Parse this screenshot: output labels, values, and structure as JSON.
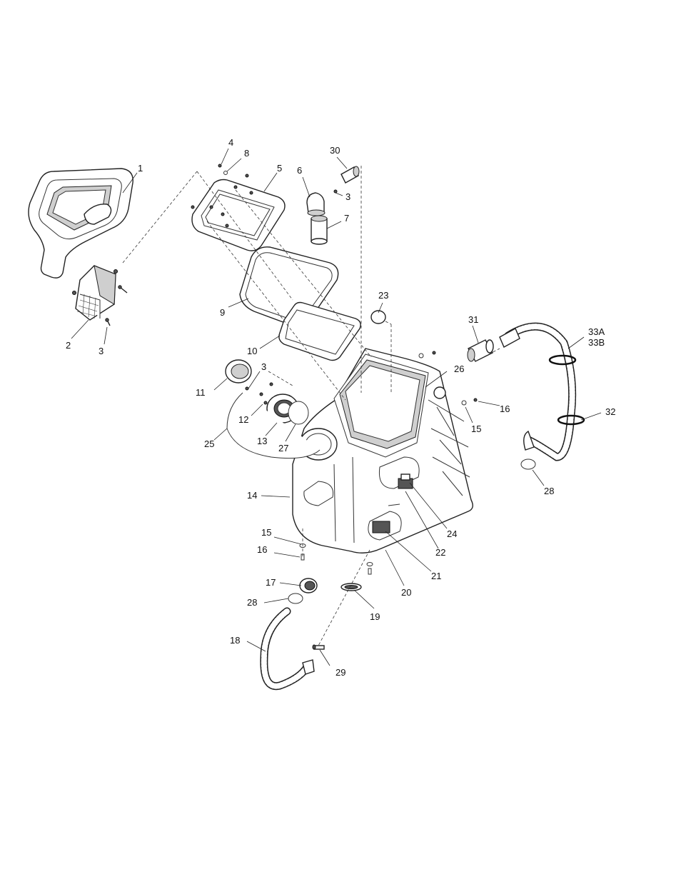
{
  "callouts": [
    {
      "id": "c1",
      "label": "1"
    },
    {
      "id": "c2",
      "label": "2"
    },
    {
      "id": "c3a",
      "label": "3"
    },
    {
      "id": "c3b",
      "label": "3"
    },
    {
      "id": "c3c",
      "label": "3"
    },
    {
      "id": "c4",
      "label": "4"
    },
    {
      "id": "c5",
      "label": "5"
    },
    {
      "id": "c6",
      "label": "6"
    },
    {
      "id": "c7",
      "label": "7"
    },
    {
      "id": "c8",
      "label": "8"
    },
    {
      "id": "c9",
      "label": "9"
    },
    {
      "id": "c10",
      "label": "10"
    },
    {
      "id": "c11",
      "label": "11"
    },
    {
      "id": "c12",
      "label": "12"
    },
    {
      "id": "c13",
      "label": "13"
    },
    {
      "id": "c14",
      "label": "14"
    },
    {
      "id": "c15a",
      "label": "15"
    },
    {
      "id": "c15b",
      "label": "15"
    },
    {
      "id": "c16a",
      "label": "16"
    },
    {
      "id": "c16b",
      "label": "16"
    },
    {
      "id": "c17",
      "label": "17"
    },
    {
      "id": "c18",
      "label": "18"
    },
    {
      "id": "c19",
      "label": "19"
    },
    {
      "id": "c20",
      "label": "20"
    },
    {
      "id": "c21",
      "label": "21"
    },
    {
      "id": "c22",
      "label": "22"
    },
    {
      "id": "c23",
      "label": "23"
    },
    {
      "id": "c24",
      "label": "24"
    },
    {
      "id": "c25",
      "label": "25"
    },
    {
      "id": "c26",
      "label": "26"
    },
    {
      "id": "c27",
      "label": "27"
    },
    {
      "id": "c28a",
      "label": "28"
    },
    {
      "id": "c28b",
      "label": "28"
    },
    {
      "id": "c29",
      "label": "29"
    },
    {
      "id": "c30",
      "label": "30"
    },
    {
      "id": "c31",
      "label": "31"
    },
    {
      "id": "c32",
      "label": "32"
    },
    {
      "id": "c33a",
      "label": "33A"
    },
    {
      "id": "c33b",
      "label": "33B"
    }
  ]
}
